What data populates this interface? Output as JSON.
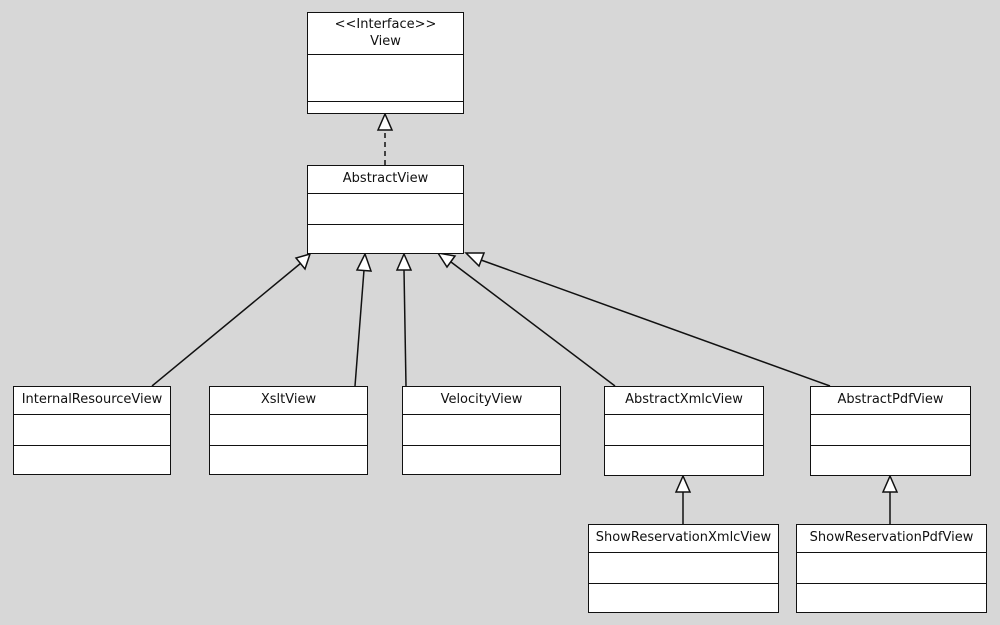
{
  "colors": {
    "background": "#d7d7d7",
    "box_fill": "#ffffff",
    "line": "#111111"
  },
  "classes": {
    "view": {
      "stereotype": "<<Interface>>",
      "name": "View"
    },
    "abstract_view": {
      "name": "AbstractView"
    },
    "internal_resource_view": {
      "name": "InternalResourceView"
    },
    "xslt_view": {
      "name": "XsltView"
    },
    "velocity_view": {
      "name": "VelocityView"
    },
    "abstract_xmlc_view": {
      "name": "AbstractXmlcView"
    },
    "abstract_pdf_view": {
      "name": "AbstractPdfView"
    },
    "show_reservation_xmlc_view": {
      "name": "ShowReservationXmlcView"
    },
    "show_reservation_pdf_view": {
      "name": "ShowReservationPdfView"
    }
  },
  "relationships": [
    {
      "from": "abstract_view",
      "to": "view",
      "kind": "realization"
    },
    {
      "from": "internal_resource_view",
      "to": "abstract_view",
      "kind": "generalization"
    },
    {
      "from": "xslt_view",
      "to": "abstract_view",
      "kind": "generalization"
    },
    {
      "from": "velocity_view",
      "to": "abstract_view",
      "kind": "generalization"
    },
    {
      "from": "abstract_xmlc_view",
      "to": "abstract_view",
      "kind": "generalization"
    },
    {
      "from": "abstract_pdf_view",
      "to": "abstract_view",
      "kind": "generalization"
    },
    {
      "from": "show_reservation_xmlc_view",
      "to": "abstract_xmlc_view",
      "kind": "generalization"
    },
    {
      "from": "show_reservation_pdf_view",
      "to": "abstract_pdf_view",
      "kind": "generalization"
    }
  ]
}
